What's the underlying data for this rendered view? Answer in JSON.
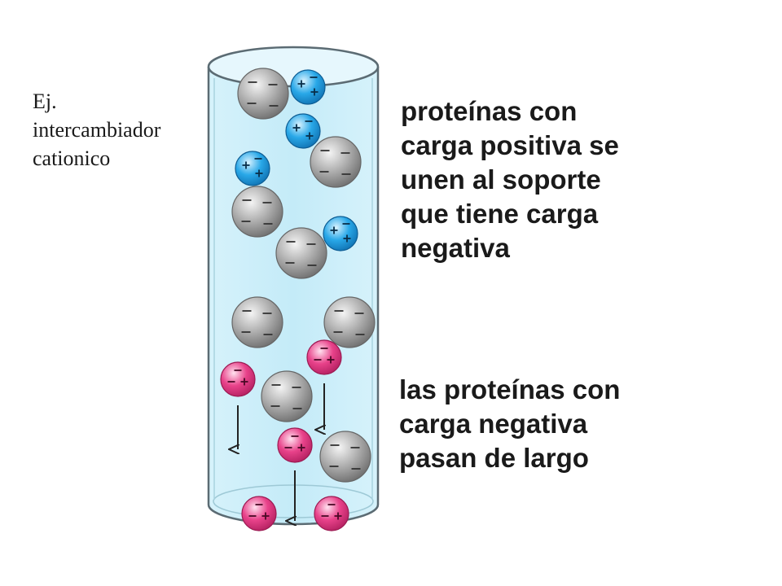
{
  "example_label": [
    "Ej.",
    "intercambiador",
    "cationico"
  ],
  "caption_bound": [
    "proteínas con",
    "carga positiva se",
    "unen al soporte",
    "que tiene carga",
    "negativa"
  ],
  "caption_pass": [
    "las proteínas con",
    "carga negativa",
    "pasan de largo"
  ],
  "colors": {
    "column_fill": "#cdeef9",
    "column_stroke": "#5b6b73",
    "resin_bead": "#9a9a9a",
    "positive_protein": "#29a8e8",
    "negative_protein": "#e8428a",
    "arrow": "#222222"
  },
  "items": {
    "resin_beads": [
      {
        "charges": [
          "−",
          "−",
          "−",
          "−"
        ]
      },
      {
        "charges": [
          "−",
          "−",
          "−",
          "−"
        ]
      },
      {
        "charges": [
          "−",
          "−",
          "−",
          "−"
        ]
      },
      {
        "charges": [
          "−",
          "−",
          "−",
          "−"
        ]
      },
      {
        "charges": [
          "−",
          "−",
          "−",
          "−"
        ]
      },
      {
        "charges": [
          "−",
          "−",
          "−",
          "−"
        ]
      },
      {
        "charges": [
          "−",
          "−",
          "−",
          "−"
        ]
      },
      {
        "charges": [
          "−",
          "−",
          "−",
          "−"
        ]
      }
    ],
    "bound_proteins": [
      {
        "charges": [
          "+",
          "−",
          "+"
        ]
      },
      {
        "charges": [
          "+",
          "−",
          "+"
        ]
      },
      {
        "charges": [
          "+",
          "−",
          "+"
        ]
      },
      {
        "charges": [
          "+",
          "−",
          "+"
        ]
      }
    ],
    "flowing_proteins": [
      {
        "charges": [
          "−",
          "−",
          "+"
        ],
        "arrow": true
      },
      {
        "charges": [
          "−",
          "−",
          "+"
        ],
        "arrow": true
      },
      {
        "charges": [
          "−",
          "−",
          "+"
        ],
        "arrow": true
      },
      {
        "charges": [
          "−",
          "−",
          "+"
        ],
        "arrow": false
      },
      {
        "charges": [
          "−",
          "−",
          "+"
        ],
        "arrow": false
      }
    ]
  }
}
